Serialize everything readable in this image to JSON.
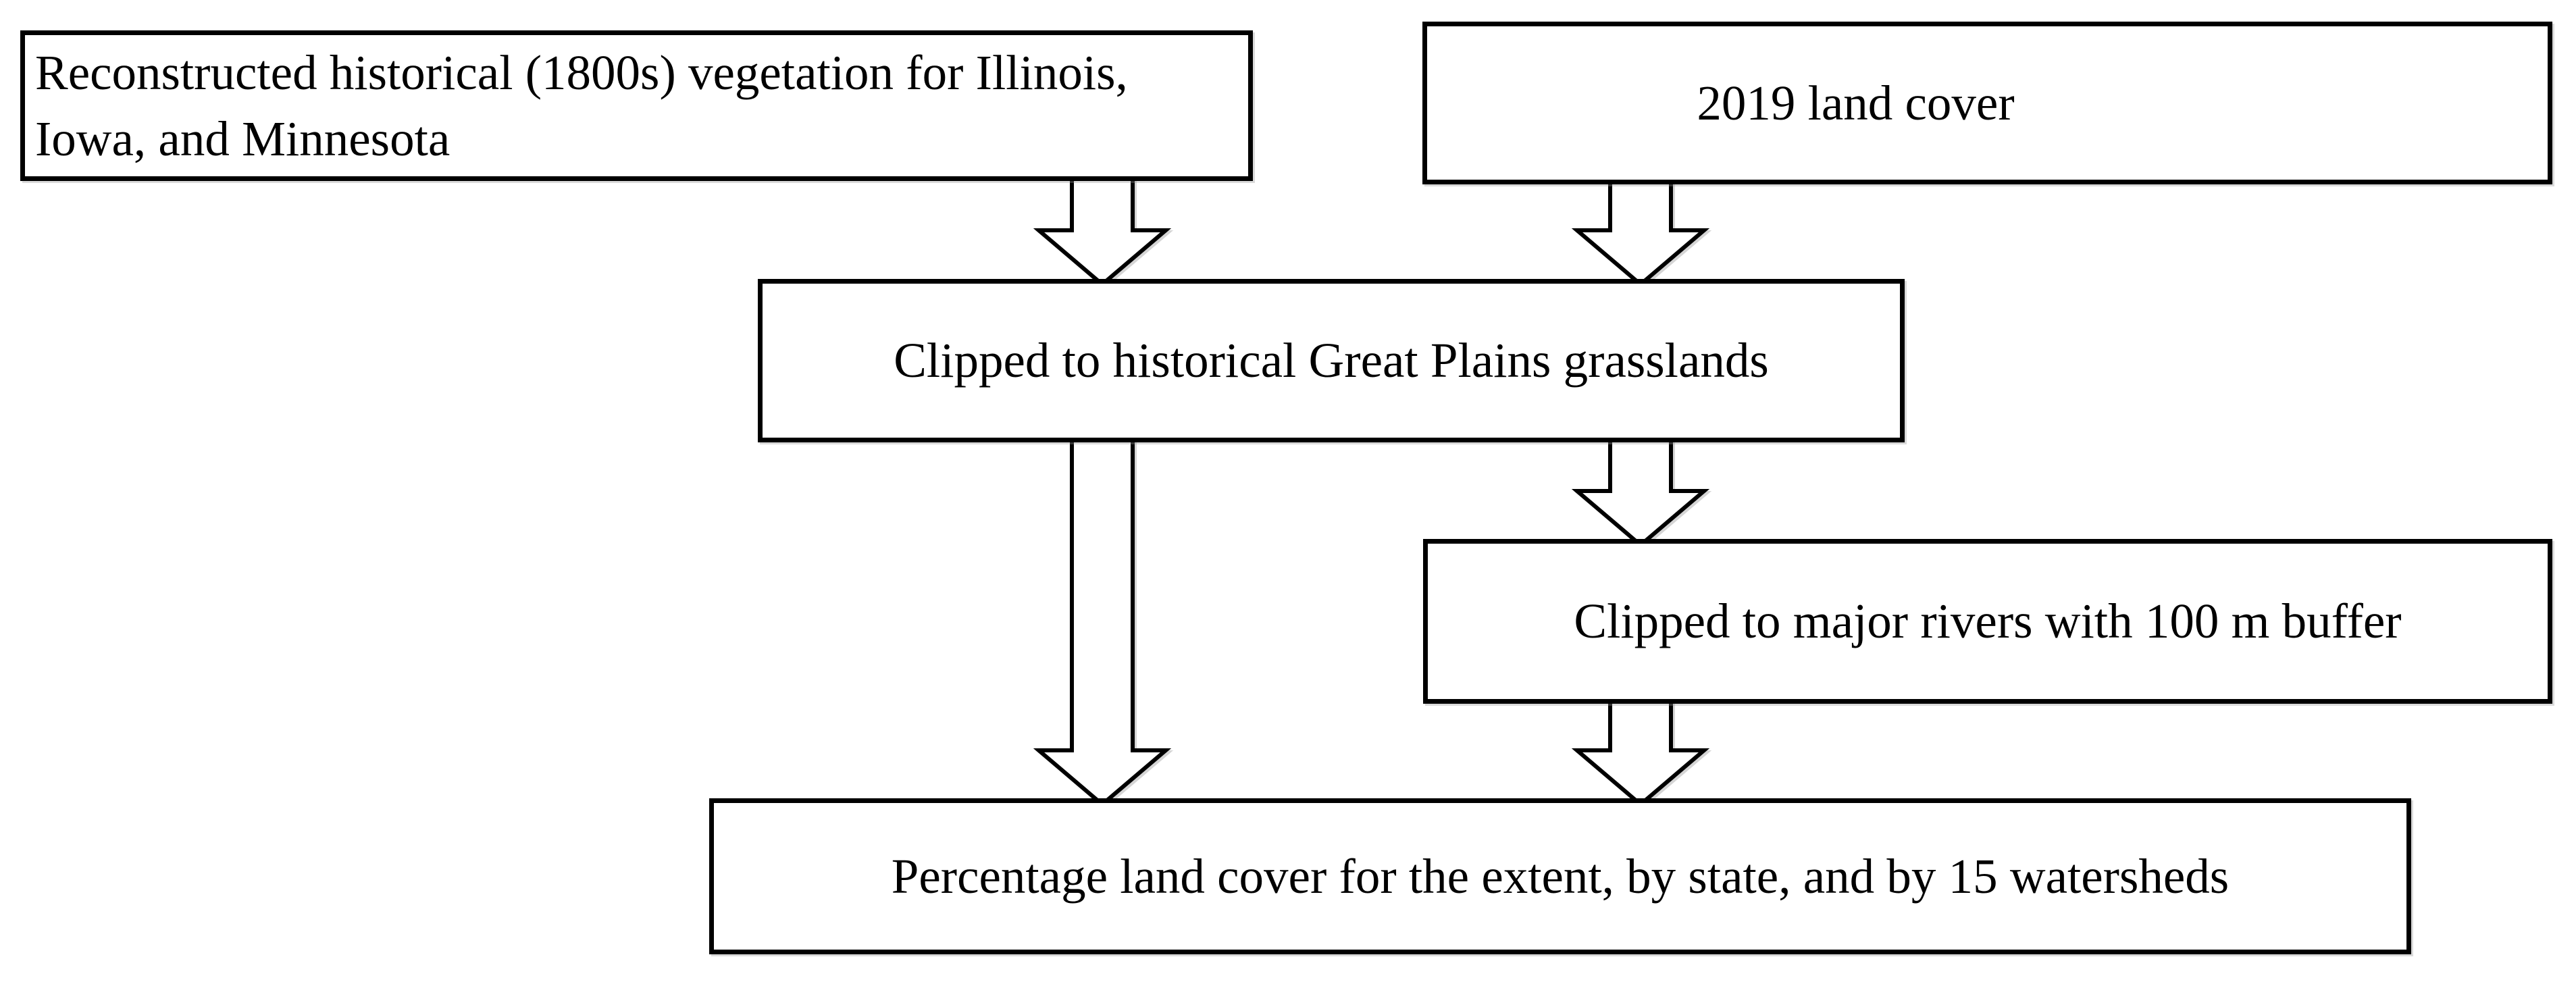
{
  "figure": {
    "type": "flowchart",
    "background_color": "#ffffff",
    "box_fill_color": "#ffffff",
    "box_border_color": "#000000",
    "text_color": "#000000",
    "arrow_fill_color": "#ffffff",
    "arrow_outline_color": "#000000",
    "boxes": {
      "reconstructed_vegetation": {
        "label": "Reconstructed historical (1800s) vegetation for Illinois, Iowa, and Minnesota"
      },
      "land_cover_2019": {
        "label": "2019 land cover"
      },
      "clipped_grasslands": {
        "label": "Clipped to historical Great Plains grasslands"
      },
      "clipped_rivers": {
        "label": "Clipped to major rivers with 100 m buffer"
      },
      "percentage_output": {
        "label": "Percentage land cover for the extent, by state, and by 15 watersheds"
      }
    },
    "arrows": [
      {
        "from": "reconstructed_vegetation",
        "to": "clipped_grasslands"
      },
      {
        "from": "land_cover_2019",
        "to": "clipped_grasslands"
      },
      {
        "from": "clipped_grasslands",
        "to": "percentage_output"
      },
      {
        "from": "clipped_grasslands",
        "to": "clipped_rivers"
      },
      {
        "from": "clipped_rivers",
        "to": "percentage_output"
      }
    ]
  }
}
